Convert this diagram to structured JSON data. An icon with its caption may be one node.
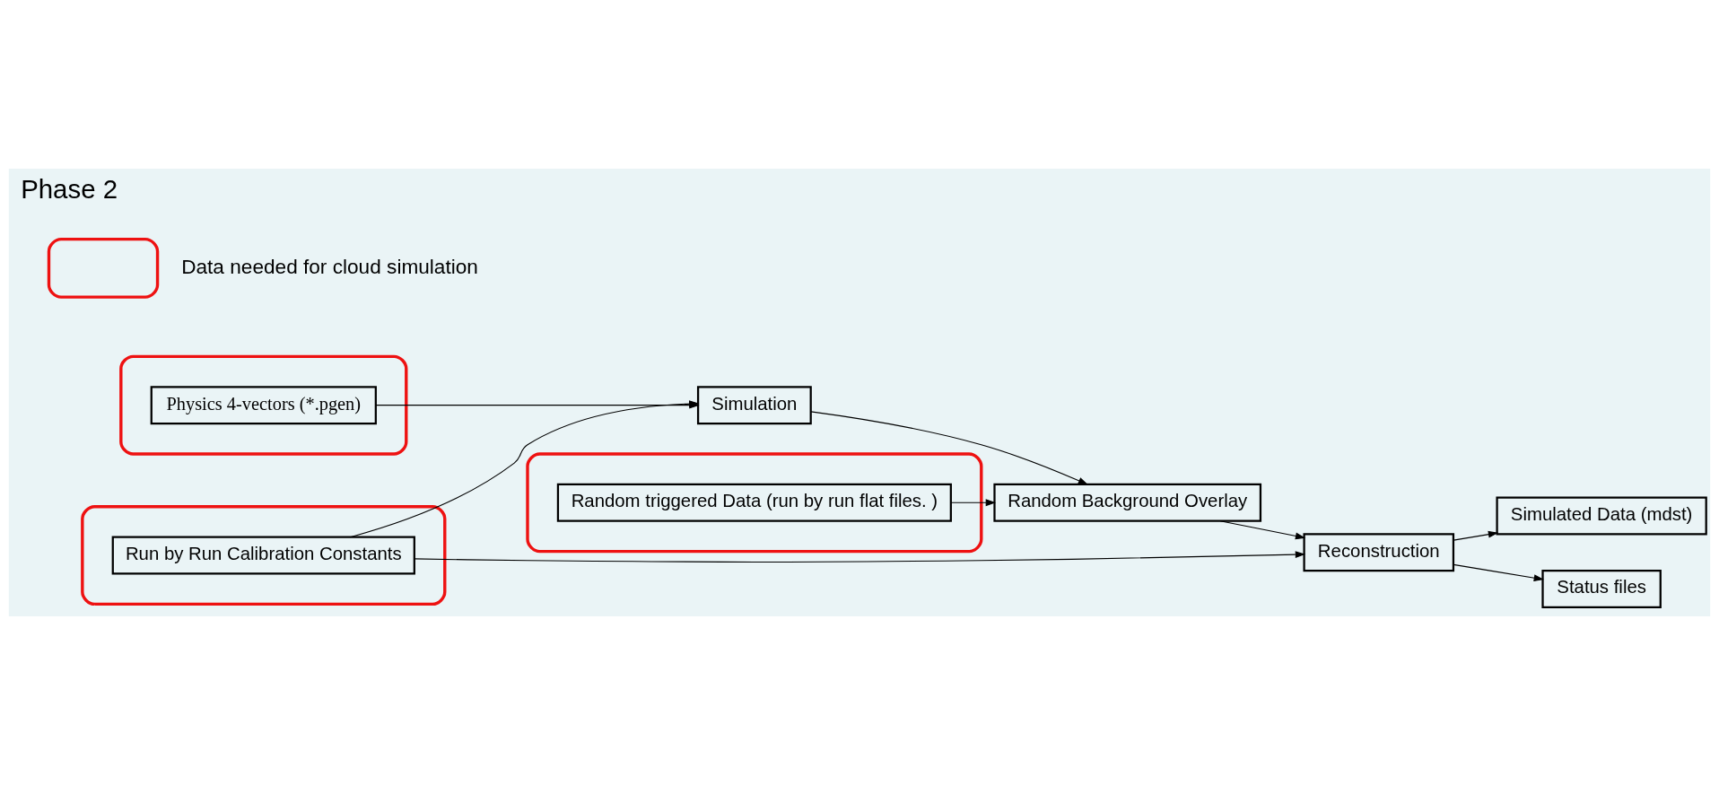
{
  "diagram": {
    "title": "Phase 2",
    "nodes": [
      {
        "text": [],
        "shape": "ellipse"
      },
      {
        "text": [
          "Physics 4-vectors (*.pgen)"
        ],
        "in": 0
      },
      {
        "text": [
          "Simulation"
        ]
      },
      {
        "text": [],
        "shape": "ellipse"
      },
      {
        "text": [
          "Random triggered Data (run by run flat files. )"
        ],
        "in": 3
      },
      {
        "text": [
          "Random Background Overlay"
        ]
      },
      {
        "text": [
          "Reconstruction"
        ]
      },
      {
        "text": [
          "Simulated Data (mdst)"
        ]
      },
      {
        "text": [
          "Status files"
        ]
      },
      {
        "text": [],
        "shape": "ellipse"
      },
      {
        "text": [
          "Run by Run Calibration Constants"
        ],
        "in": 9
      }
    ],
    "edges": [
      {
        "from": 1,
        "to": 2,
        "arrow": "to"
      },
      {
        "from": 2,
        "to": 5,
        "arrow": "to"
      },
      {
        "from": 4,
        "to": 5,
        "arrow": "to"
      },
      {
        "from": 5,
        "to": 6,
        "arrow": "to"
      },
      {
        "from": 6,
        "to": 7,
        "arrow": "to"
      },
      {
        "from": 6,
        "to": 8,
        "arrow": "to"
      },
      {
        "from": 10,
        "to": 2,
        "arrow": "to"
      },
      {
        "from": 10,
        "to": 6,
        "arrow": "to"
      }
    ],
    "legend": [
      {
        "text": "Data needed for cloud simulation"
      }
    ]
  }
}
